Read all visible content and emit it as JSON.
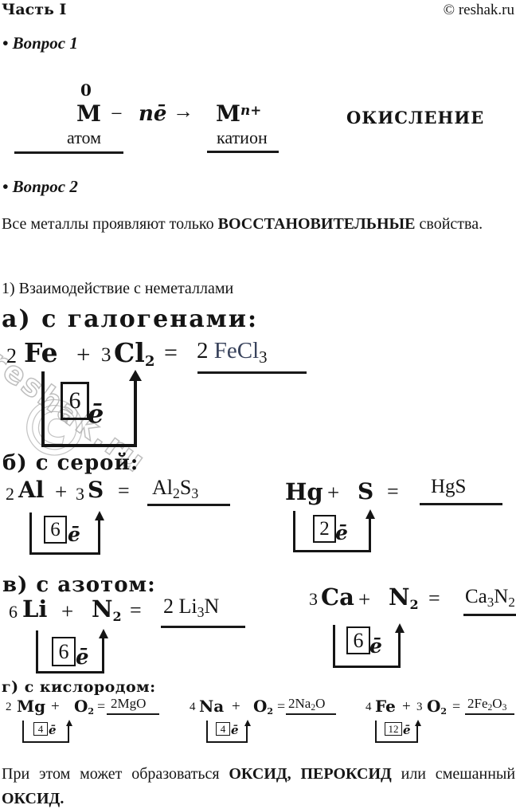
{
  "header": {
    "part": "Часть I",
    "copyright": "© reshak.ru"
  },
  "watermark": {
    "text": "reshak.ru",
    "copyright_symbol": "©"
  },
  "q1": {
    "label": "• Вопрос 1",
    "scheme": {
      "oxidation_state": "0",
      "metal": "M",
      "minus": "−",
      "electrons": "nē",
      "arrow": "→",
      "cation": "M",
      "cation_charge": "n+",
      "atom_label": "атом",
      "cation_label": "катион",
      "process_label": "ОКИСЛЕНИЕ"
    }
  },
  "q2": {
    "label": "• Вопрос 2",
    "statement": {
      "pre": "Все металлы проявляют только",
      "bold": "ВОССТАНОВИТЕЛЬНЫЕ",
      "post": "свойства."
    },
    "list_item": "1) Взаимодействие с неметаллами",
    "halogens": {
      "heading": "а) с галогенами:",
      "eq": {
        "c1": "2",
        "e1": "Fe",
        "plus": "+",
        "c2": "3",
        "e2": "Cl",
        "e2sub": "2",
        "equals": "="
      },
      "answer": {
        "coef": "2 ",
        "main": "FeCl",
        "sub": "3"
      },
      "electrons": {
        "count": "6",
        "symbol": "ē"
      }
    },
    "sulfur": {
      "heading": "б) с серой:",
      "al": {
        "eq": {
          "c1": "2",
          "e1": "Al",
          "plus": "+",
          "c2": "3",
          "e2": "S",
          "equals": "="
        },
        "answer": {
          "p1": "Al",
          "s1": "2",
          "p2": "S",
          "s2": "3"
        },
        "electrons": {
          "count": "6",
          "symbol": "ē"
        }
      },
      "hg": {
        "eq": {
          "e1": "Hg",
          "plus": "+",
          "e2": "S",
          "equals": "="
        },
        "answer": {
          "main": "HgS"
        },
        "electrons": {
          "count": "2",
          "symbol": "ē"
        }
      }
    },
    "nitrogen": {
      "heading": "в) с азотом:",
      "li": {
        "eq": {
          "c1": "6",
          "e1": "Li",
          "plus": "+",
          "e2": "N",
          "e2sub": "2",
          "equals": "="
        },
        "answer": {
          "p1": "2 Li",
          "s1": "3",
          "p2": "N"
        },
        "electrons": {
          "count": "6",
          "symbol": "ē"
        }
      },
      "ca": {
        "eq": {
          "c1": "3",
          "e1": "Ca",
          "plus": "+",
          "e2": "N",
          "e2sub": "2",
          "equals": "="
        },
        "answer": {
          "p1": "Ca",
          "s1": "3",
          "p2": "N",
          "s2": "2"
        },
        "electrons": {
          "count": "6",
          "symbol": "ē"
        }
      }
    },
    "oxygen": {
      "heading": "г) с кислородом:",
      "mg": {
        "eq": {
          "c1": "2",
          "e1": "Mg",
          "plus": "+",
          "e2": "O",
          "e2sub": "2",
          "equals": "="
        },
        "answer": {
          "main": "2MgO"
        },
        "electrons": {
          "count": "4",
          "symbol": "ē"
        }
      },
      "na": {
        "eq": {
          "c1": "4",
          "e1": "Na",
          "plus": "+",
          "e2": "O",
          "e2sub": "2",
          "equals": "="
        },
        "answer": {
          "p1": "2Na",
          "s1": "2",
          "p2": "O"
        },
        "electrons": {
          "count": "4",
          "symbol": "ē"
        }
      },
      "fe": {
        "eq": {
          "c1": "4",
          "e1": "Fe",
          "plus": "+",
          "c2": "3",
          "e2": "O",
          "e2sub": "2",
          "equals": "="
        },
        "answer": {
          "p1": "2Fe",
          "s1": "2",
          "p2": "O",
          "s2": "3"
        },
        "electrons": {
          "count": "12",
          "symbol": "ē"
        }
      }
    },
    "conclusion": {
      "pre": "При этом может образоваться",
      "b1": "ОКСИД,",
      "b2": "ПЕРОКСИД",
      "mid": "или смешанный",
      "b3": "ОКСИД."
    }
  }
}
